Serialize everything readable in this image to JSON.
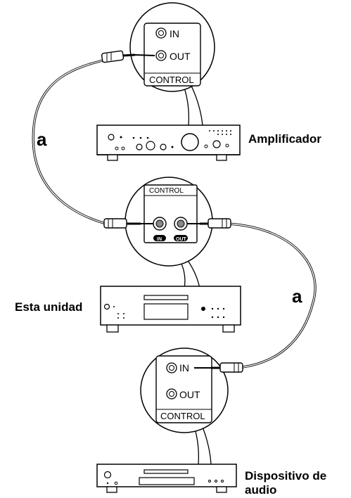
{
  "labels": {
    "amplifier": "Amplificador",
    "this_unit": "Esta unidad",
    "audio_device_line1": "Dispositivo de",
    "audio_device_line2": "audio",
    "cable_a1": "a",
    "cable_a2": "a"
  },
  "callouts": {
    "amplifier": {
      "in": "IN",
      "out": "OUT",
      "control": "CONTROL"
    },
    "unit": {
      "control": "CONTROL",
      "in_badge": "IN",
      "out_badge": "OUT"
    },
    "device": {
      "in": "IN",
      "out": "OUT",
      "control": "CONTROL"
    }
  }
}
